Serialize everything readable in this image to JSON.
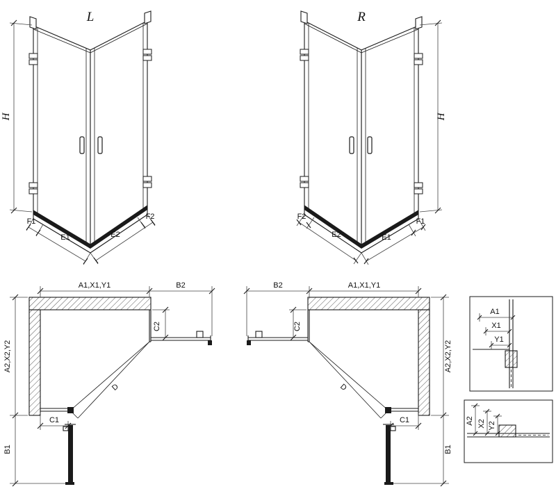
{
  "page": {
    "background": "#ffffff",
    "line_color": "#1a1a1a"
  },
  "front_left": {
    "variant_label": "L",
    "height_label": "H",
    "bottom_dims": [
      "F1",
      "E1",
      "E2",
      "F2"
    ]
  },
  "front_right": {
    "variant_label": "R",
    "height_label": "H",
    "bottom_dims": [
      "F2",
      "E2",
      "E1",
      "F1"
    ]
  },
  "plan_left": {
    "top_dim": "A1,X1,Y1",
    "return_dim": "B2",
    "return_depth_dim": "C2",
    "side_dim": "A2,X2,Y2",
    "bottom_offset_dim": "C1",
    "door_dim": "B1",
    "diagonal_dim": "D"
  },
  "plan_right": {
    "top_dim": "A1,X1,Y1",
    "return_dim": "B2",
    "return_depth_dim": "C2",
    "side_dim": "A2,X2,Y2",
    "bottom_offset_dim": "C1",
    "door_dim": "B1",
    "diagonal_dim": "D"
  },
  "detail_top": {
    "dims": [
      "A1",
      "X1",
      "Y1"
    ]
  },
  "detail_bottom": {
    "dims": [
      "A2",
      "X2",
      "Y2"
    ]
  }
}
